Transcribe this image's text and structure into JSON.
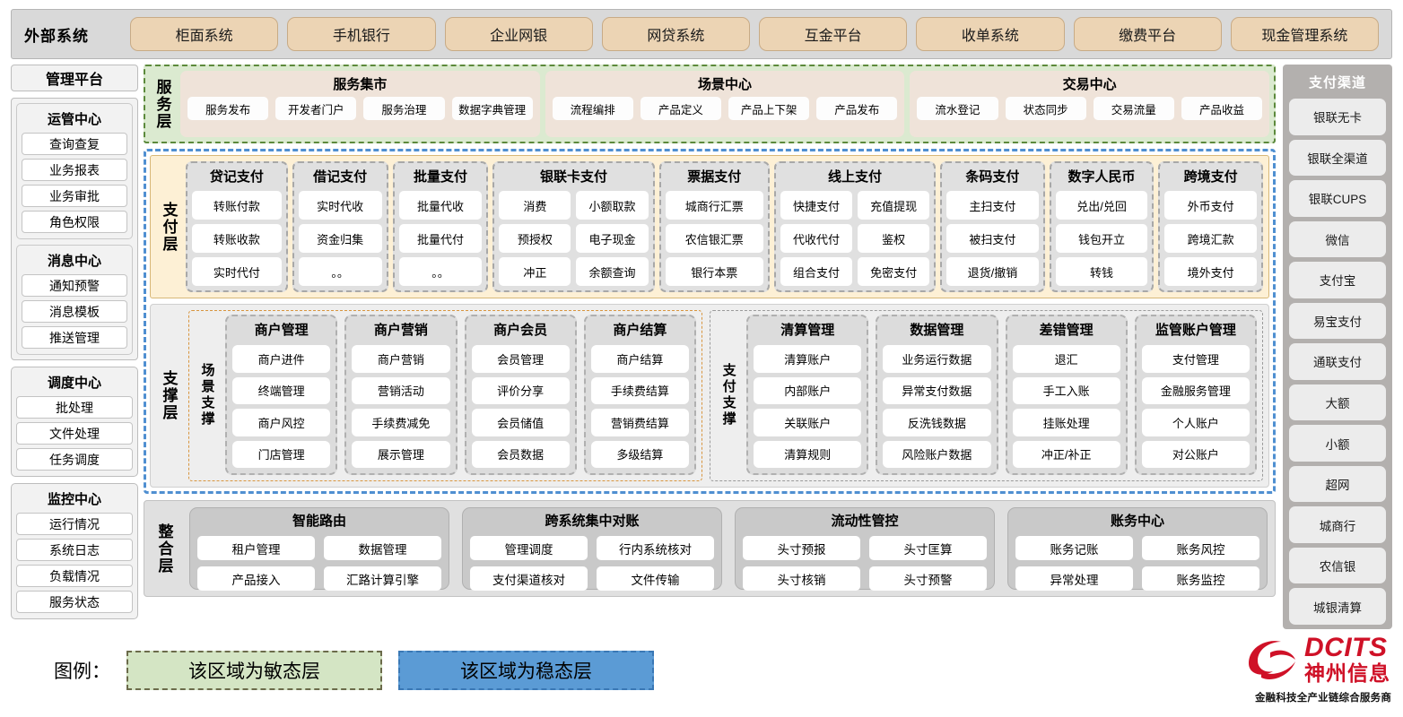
{
  "external_systems": {
    "title": "外部系统",
    "items": [
      "柜面系统",
      "手机银行",
      "企业网银",
      "网贷系统",
      "互金平台",
      "收单系统",
      "缴费平台",
      "现金管理系统"
    ]
  },
  "management_platform": {
    "title": "管理平台",
    "groups": [
      {
        "title": "运管中心",
        "items": [
          "查询查复",
          "业务报表",
          "业务审批",
          "角色权限"
        ]
      },
      {
        "title": "消息中心",
        "items": [
          "通知预警",
          "消息模板",
          "推送管理"
        ]
      },
      {
        "title": "调度中心",
        "items": [
          "批处理",
          "文件处理",
          "任务调度"
        ]
      },
      {
        "title": "监控中心",
        "items": [
          "运行情况",
          "系统日志",
          "负载情况",
          "服务状态"
        ]
      }
    ]
  },
  "service_layer": {
    "label": "服务层",
    "boxes": [
      {
        "title": "服务集市",
        "items": [
          "服务发布",
          "开发者门户",
          "服务治理",
          "数据字典管理"
        ]
      },
      {
        "title": "场景中心",
        "items": [
          "流程编排",
          "产品定义",
          "产品上下架",
          "产品发布"
        ]
      },
      {
        "title": "交易中心",
        "items": [
          "流水登记",
          "状态同步",
          "交易流量",
          "产品收益"
        ]
      }
    ]
  },
  "payment_layer": {
    "label": "支付层",
    "groups": [
      {
        "title": "贷记支付",
        "cols": 1,
        "rows": [
          [
            "转账付款"
          ],
          [
            "转账收款"
          ],
          [
            "实时代付"
          ]
        ]
      },
      {
        "title": "借记支付",
        "cols": 1,
        "rows": [
          [
            "实时代收"
          ],
          [
            "资金归集"
          ],
          [
            "。。"
          ]
        ]
      },
      {
        "title": "批量支付",
        "cols": 1,
        "rows": [
          [
            "批量代收"
          ],
          [
            "批量代付"
          ],
          [
            "。。"
          ]
        ]
      },
      {
        "title": "银联卡支付",
        "cols": 2,
        "rows": [
          [
            "消费",
            "小额取款"
          ],
          [
            "预授权",
            "电子现金"
          ],
          [
            "冲正",
            "余额查询"
          ]
        ]
      },
      {
        "title": "票据支付",
        "cols": 1,
        "rows": [
          [
            "城商行汇票"
          ],
          [
            "农信银汇票"
          ],
          [
            "银行本票"
          ]
        ]
      },
      {
        "title": "线上支付",
        "cols": 2,
        "rows": [
          [
            "快捷支付",
            "充值提现"
          ],
          [
            "代收代付",
            "鉴权"
          ],
          [
            "组合支付",
            "免密支付"
          ]
        ]
      },
      {
        "title": "条码支付",
        "cols": 1,
        "rows": [
          [
            "主扫支付"
          ],
          [
            "被扫支付"
          ],
          [
            "退货/撤销"
          ]
        ]
      },
      {
        "title": "数字人民币",
        "cols": 1,
        "rows": [
          [
            "兑出/兑回"
          ],
          [
            "钱包开立"
          ],
          [
            "转钱"
          ]
        ]
      },
      {
        "title": "跨境支付",
        "cols": 1,
        "rows": [
          [
            "外币支付"
          ],
          [
            "跨境汇款"
          ],
          [
            "境外支付"
          ]
        ]
      }
    ]
  },
  "support_layer": {
    "label": "支撑层",
    "panels": [
      {
        "label": "场景支撑",
        "groups": [
          {
            "title": "商户管理",
            "items": [
              "商户进件",
              "终端管理",
              "商户风控",
              "门店管理"
            ]
          },
          {
            "title": "商户营销",
            "items": [
              "商户营销",
              "营销活动",
              "手续费减免",
              "展示管理"
            ]
          },
          {
            "title": "商户会员",
            "items": [
              "会员管理",
              "评价分享",
              "会员储值",
              "会员数据"
            ]
          },
          {
            "title": "商户结算",
            "items": [
              "商户结算",
              "手续费结算",
              "营销费结算",
              "多级结算"
            ]
          }
        ]
      },
      {
        "label": "支付支撑",
        "groups": [
          {
            "title": "清算管理",
            "items": [
              "清算账户",
              "内部账户",
              "关联账户",
              "清算规则"
            ]
          },
          {
            "title": "数据管理",
            "items": [
              "业务运行数据",
              "异常支付数据",
              "反洗钱数据",
              "风险账户数据"
            ]
          },
          {
            "title": "差错管理",
            "items": [
              "退汇",
              "手工入账",
              "挂账处理",
              "冲正/补正"
            ]
          },
          {
            "title": "监管账户管理",
            "items": [
              "支付管理",
              "金融服务管理",
              "个人账户",
              "对公账户"
            ]
          }
        ]
      }
    ]
  },
  "integration_layer": {
    "label": "整合层",
    "boxes": [
      {
        "title": "智能路由",
        "rows": [
          [
            "租户管理",
            "数据管理"
          ],
          [
            "产品接入",
            "汇路计算引擎"
          ]
        ]
      },
      {
        "title": "跨系统集中对账",
        "rows": [
          [
            "管理调度",
            "行内系统核对"
          ],
          [
            "支付渠道核对",
            "文件传输"
          ]
        ]
      },
      {
        "title": "流动性管控",
        "rows": [
          [
            "头寸预报",
            "头寸匡算"
          ],
          [
            "头寸核销",
            "头寸预警"
          ]
        ]
      },
      {
        "title": "账务中心",
        "rows": [
          [
            "账务记账",
            "账务风控"
          ],
          [
            "异常处理",
            "账务监控"
          ]
        ]
      }
    ]
  },
  "payment_channels": {
    "title": "支付渠道",
    "items": [
      "银联无卡",
      "银联全渠道",
      "银联CUPS",
      "微信",
      "支付宝",
      "易宝支付",
      "通联支付",
      "大额",
      "小额",
      "超网",
      "城商行",
      "农信银",
      "城银清算"
    ]
  },
  "legend": {
    "label": "图例：",
    "agile": "该区域为敏态层",
    "steady": "该区域为稳态层",
    "agile_color": "#d4e5c4",
    "steady_color": "#5b9bd5"
  },
  "logo": {
    "brand": "DCITS",
    "brand_cn": "神州信息",
    "tagline": "金融科技全产业链综合服务商",
    "color": "#cf1127"
  }
}
